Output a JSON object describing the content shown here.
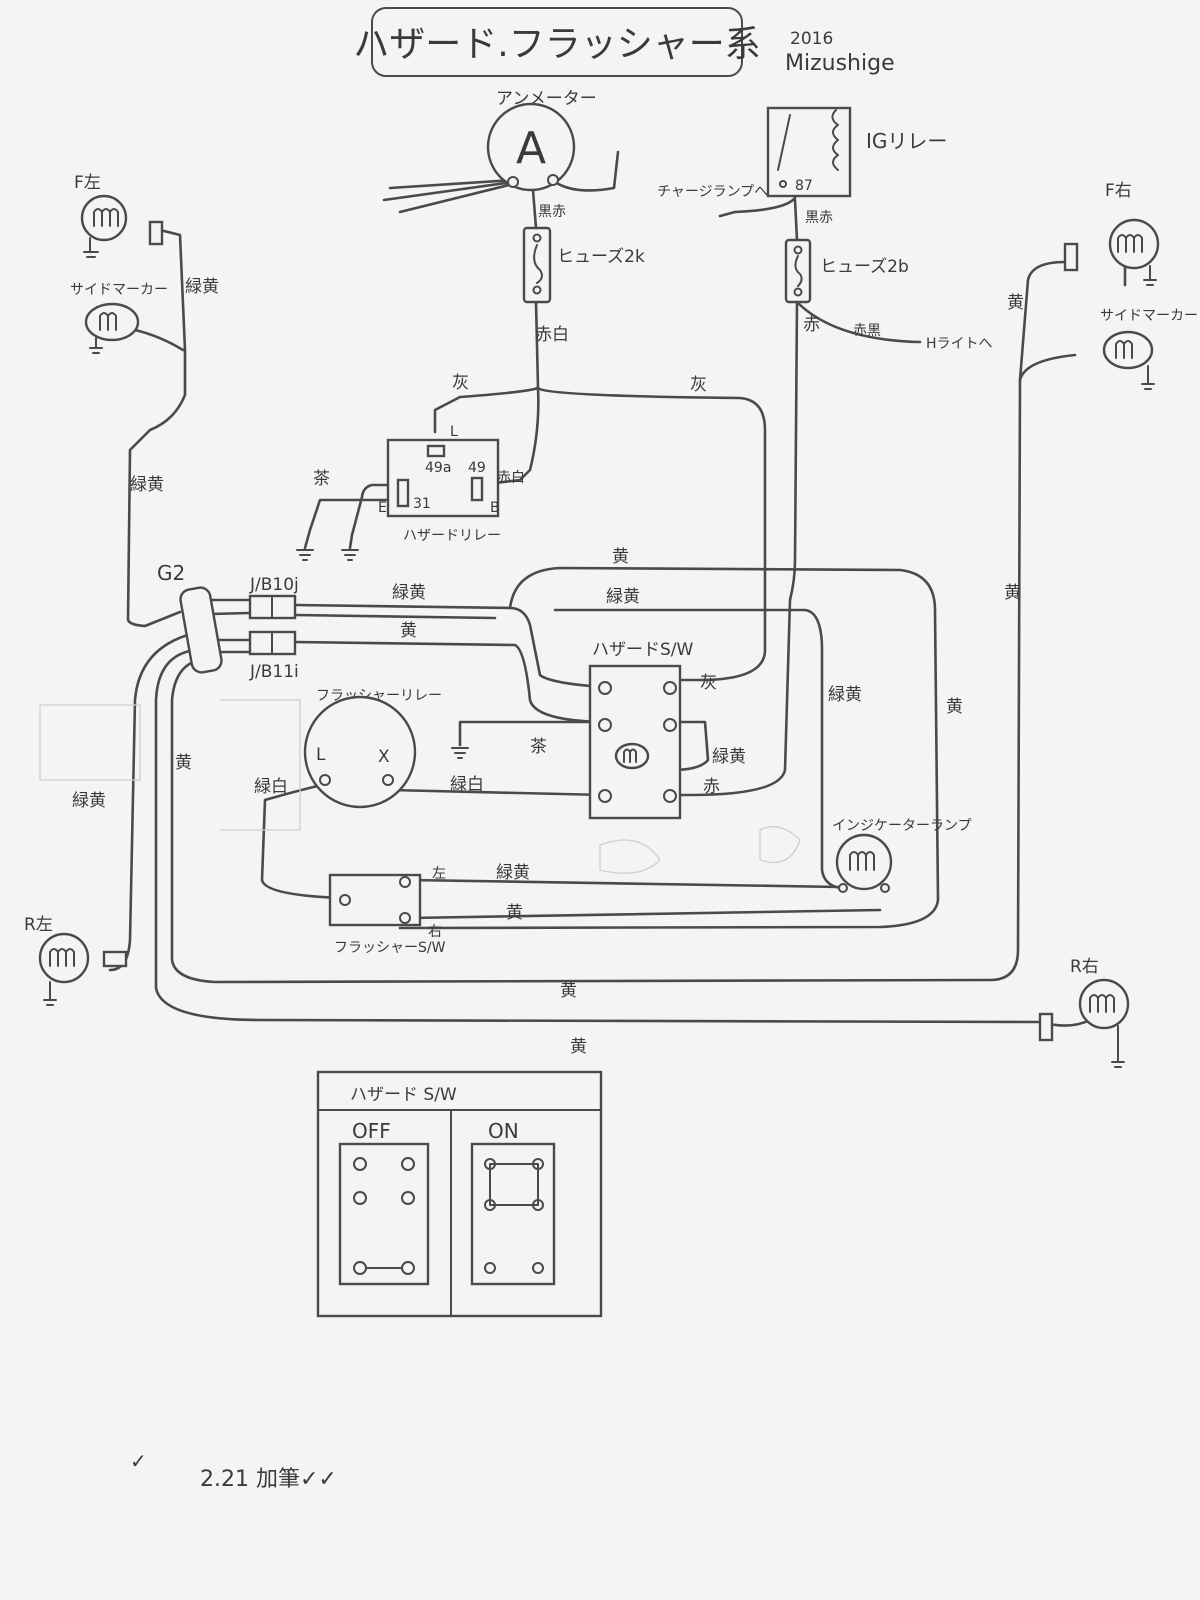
{
  "title": "ハザード.フラッシャー系",
  "author": {
    "year": "2016",
    "name": "Mizushige"
  },
  "components": {
    "ammeter_label": "アンメーター",
    "ammeter_symbol": "A",
    "ig_relay": "IGリレー",
    "charge_lamp": "チャージランプへ",
    "pin_87": "87",
    "fuse_2k": "ヒューズ2k",
    "fuse_2b": "ヒューズ2b",
    "headlight": "Hライトへ",
    "hazard_relay": "ハザードリレー",
    "pin_L": "L",
    "pin_49a": "49a",
    "pin_49": "49",
    "pin_31": "31",
    "pin_E": "E",
    "pin_B": "B",
    "flasher_relay": "フラッシャーリレー",
    "fl_L": "L",
    "fl_X": "X",
    "hazard_sw": "ハザードS/W",
    "flasher_sw": "フラッシャーS/W",
    "flasher_sw_left": "左",
    "flasher_sw_right": "右",
    "indicator_lamp": "インジケーターランプ",
    "g2": "G2",
    "jb10": "J/B10j",
    "jb11": "J/B11i",
    "f_left": "F左",
    "f_right": "F右",
    "side_marker_l": "サイドマーカー",
    "side_marker_r": "サイドマーカー",
    "r_left": "R左",
    "r_right": "R右"
  },
  "wires": {
    "black_red_1": "黒赤",
    "black_red_2": "黒赤",
    "red_white_1": "赤白",
    "red_white_2": "赤白",
    "red_black": "赤黒",
    "red_1": "赤",
    "red_2": "赤",
    "gray_1": "灰",
    "gray_2": "灰",
    "gray_3": "灰",
    "brown_1": "茶",
    "brown_2": "茶",
    "green_yellow_1": "緑黄",
    "green_yellow_2": "緑黄",
    "green_yellow_3": "緑黄",
    "green_yellow_4": "緑黄",
    "green_yellow_5": "緑黄",
    "green_yellow_6": "緑黄",
    "green_yellow_7": "緑黄",
    "green_yellow_8": "緑黄",
    "green_white_1": "緑白",
    "green_white_2": "緑白",
    "yellow_1": "黄",
    "yellow_2": "黄",
    "yellow_3": "黄",
    "yellow_4": "黄",
    "yellow_5": "黄",
    "yellow_6": "黄",
    "yellow_7": "黄",
    "yellow_8": "黄"
  },
  "inset": {
    "title": "ハザード S/W",
    "off": "OFF",
    "on": "ON"
  },
  "footer": {
    "marks": "✓",
    "note": "2.21 加筆✓✓"
  }
}
